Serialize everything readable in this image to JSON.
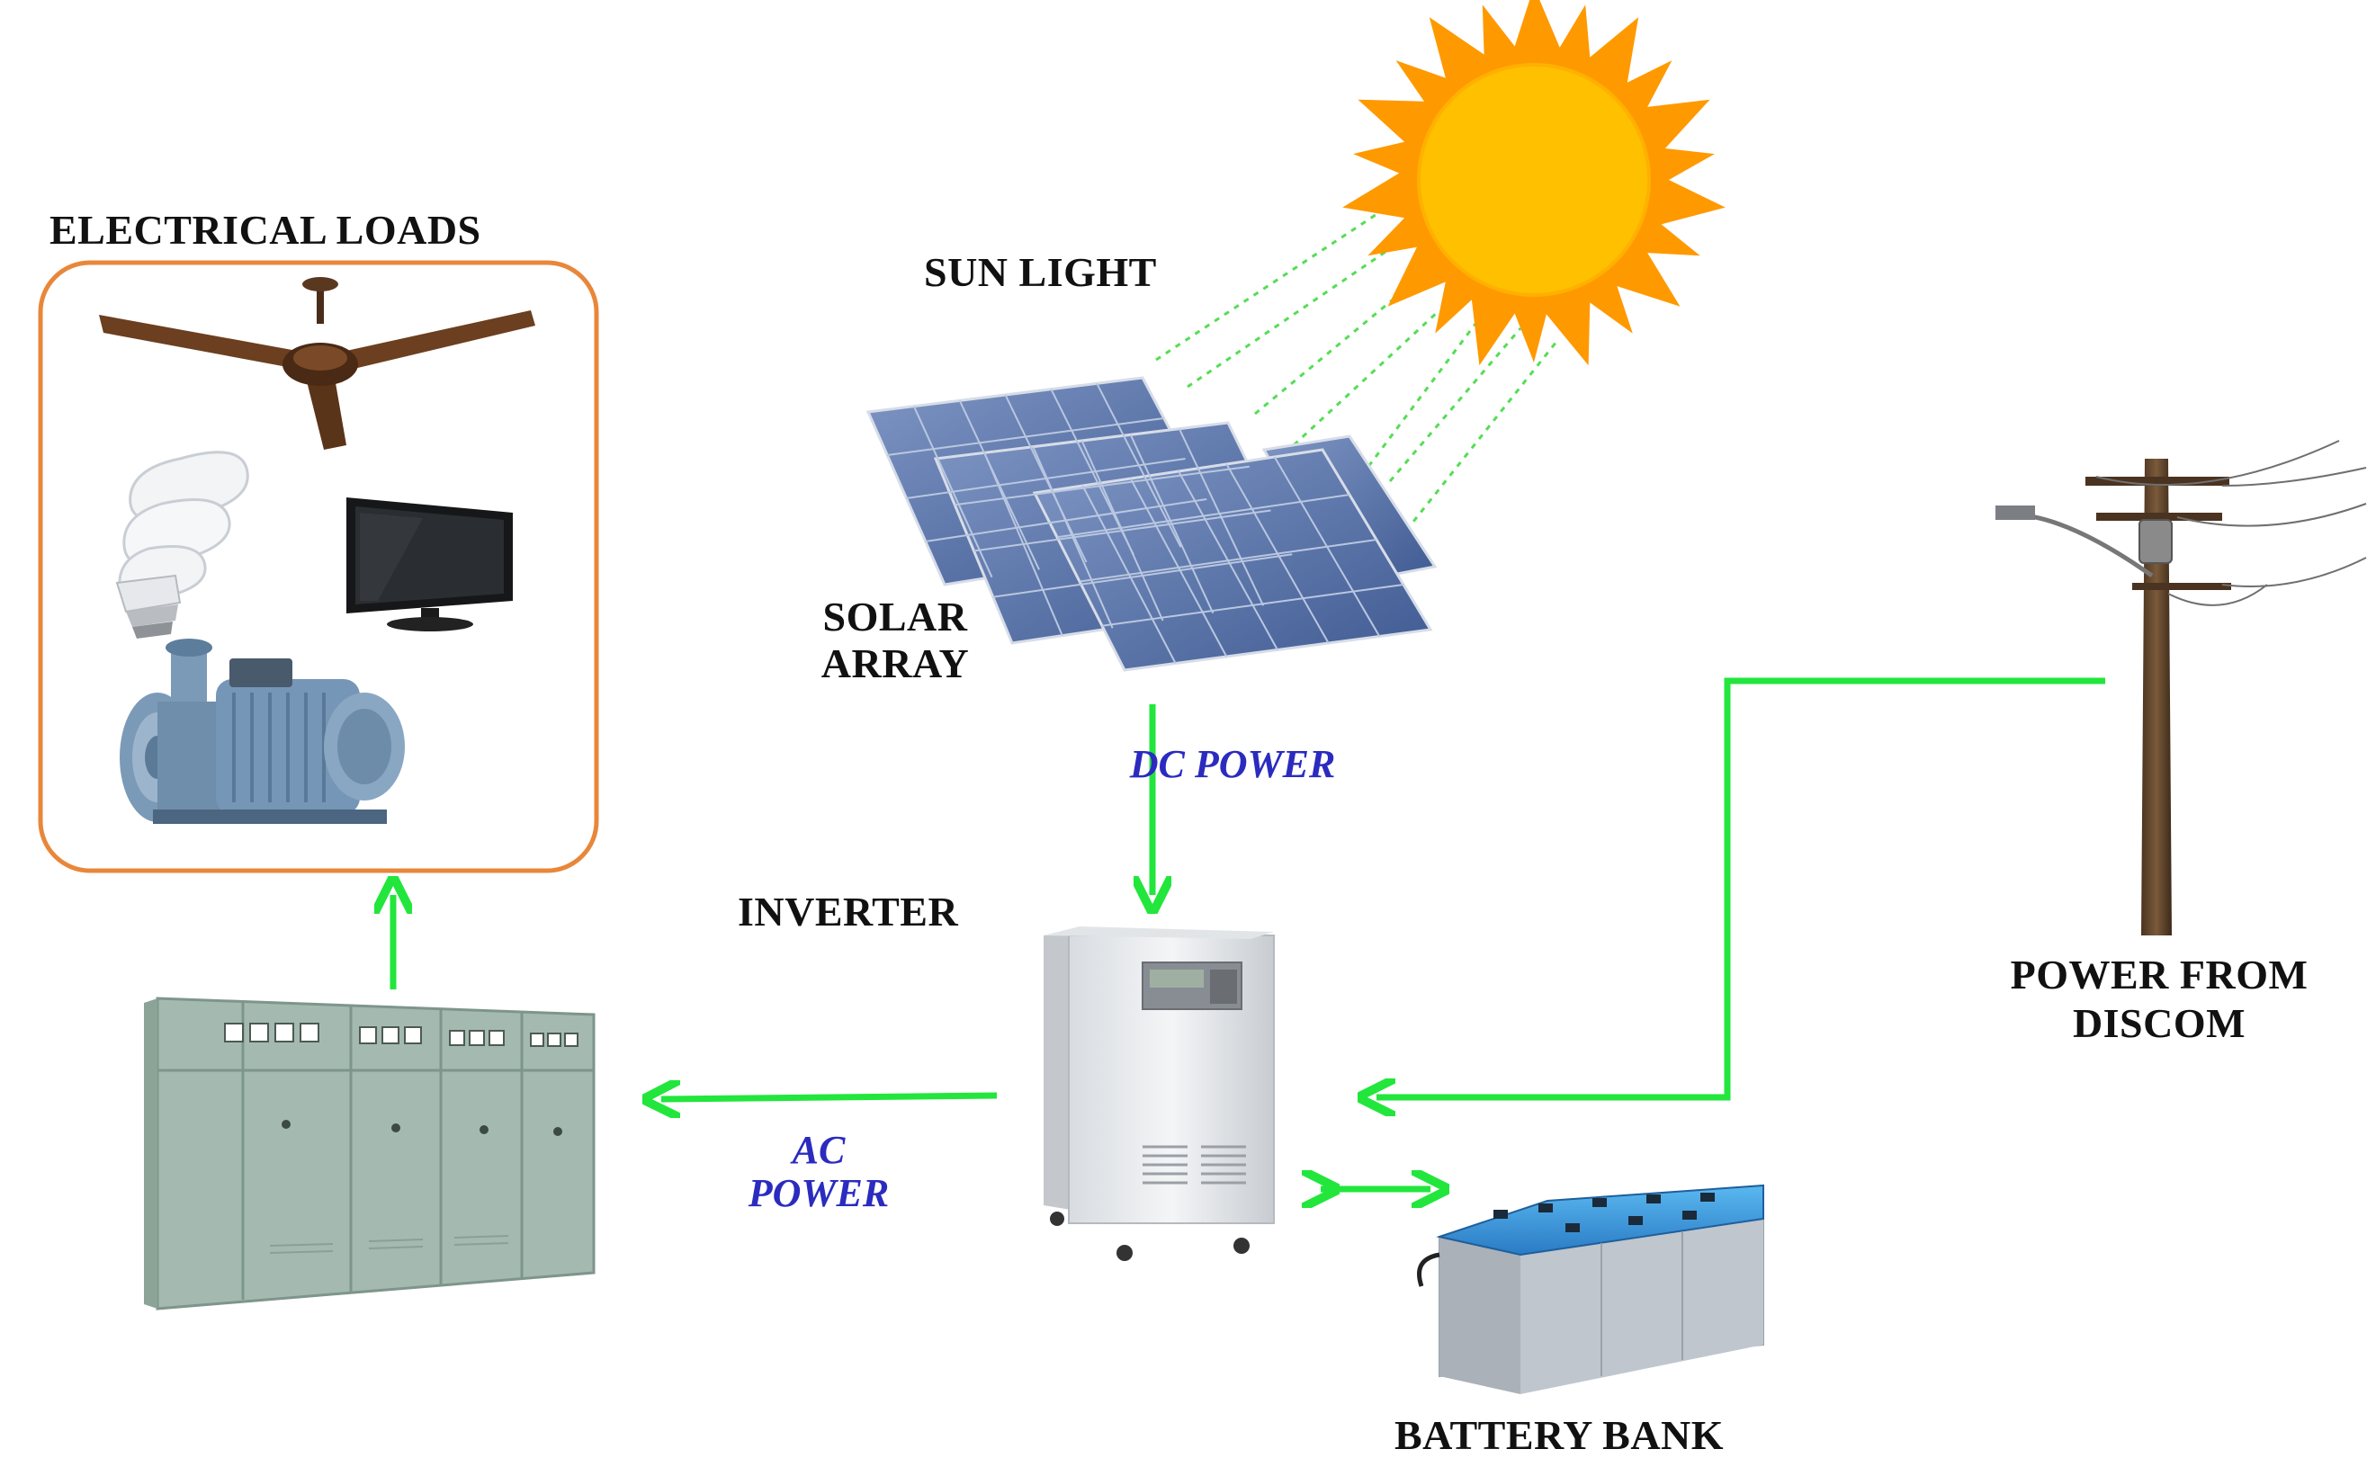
{
  "labels": {
    "electrical_loads": "ELECTRICAL LOADS",
    "sun_light": "SUN LIGHT",
    "solar_array_line1": "SOLAR",
    "solar_array_line2": "ARRAY",
    "inverter": "INVERTER",
    "power_from_discom_line1": "POWER FROM",
    "power_from_discom_line2": "DISCOM",
    "battery_bank": "BATTERY BANK"
  },
  "flows": {
    "dc_power": "DC POWER",
    "ac_power_line1": "AC",
    "ac_power_line2": "POWER"
  },
  "colors": {
    "arrow": "#22e63c",
    "flow_text": "#2b2bbf",
    "loads_border": "#e8873a",
    "sun_core": "#ffc000",
    "sun_rays": "#ff9900",
    "panel": "#5a74a8"
  },
  "icons": {
    "loads": [
      "ceiling-fan-icon",
      "cfl-bulb-icon",
      "television-icon",
      "water-pump-icon"
    ],
    "sources": [
      "sun-icon",
      "solar-panel-icon",
      "utility-pole-icon"
    ],
    "equipment": [
      "inverter-icon",
      "distribution-panel-icon",
      "battery-bank-icon"
    ]
  }
}
